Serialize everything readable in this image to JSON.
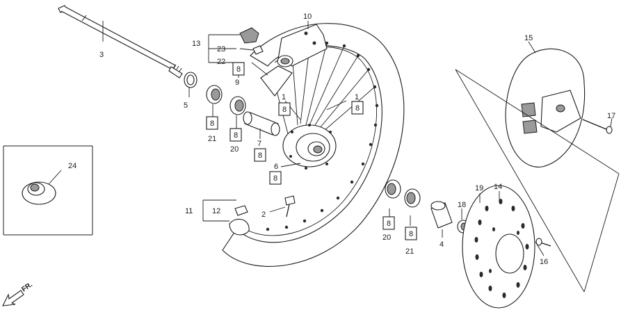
{
  "callouts": {
    "c1a": "1",
    "c1b": "1",
    "c2": "2",
    "c3": "3",
    "c4": "4",
    "c5": "5",
    "c6": "6",
    "c7": "7",
    "c9": "9",
    "c10": "10",
    "c11": "11",
    "c12": "12",
    "c13": "13",
    "c14": "14",
    "c15": "15",
    "c16": "16",
    "c17": "17",
    "c18": "18",
    "c19": "19",
    "c20a": "20",
    "c20b": "20",
    "c21a": "21",
    "c21b": "21",
    "c22": "22",
    "c23": "23",
    "c24": "24"
  },
  "ref_box_label": "8",
  "direction_label": "FR."
}
